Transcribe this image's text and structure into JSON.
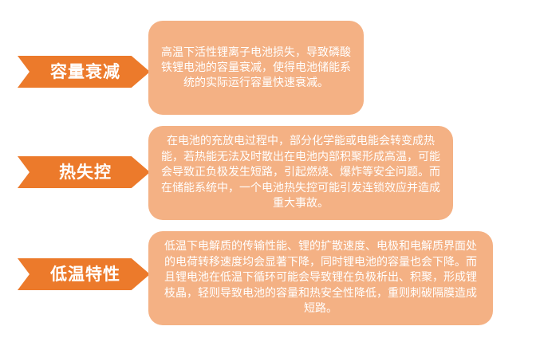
{
  "rows": [
    {
      "label": "容量衰减",
      "text": "高温下活性锂离子电池损失，导致磷酸铁锂电池的容量衰减，使得电池储能系统的实际运行容量快速衰减。"
    },
    {
      "label": "热失控",
      "text": "在电池的充放电过程中，部分化学能或电能会转变成热能，若热能无法及时散出在电池内部积聚形成高温，可能会导致正负极发生短路，引起燃烧、爆炸等安全问题。而在储能系统中，一个电池热失控可能引发连锁效应并造成重大事故。"
    },
    {
      "label": "低温特性",
      "text": "低温下电解质的传输性能、锂的扩散速度、电极和电解质界面处的电荷转移速度均会显著下降，同时锂电池的容量也会下降。而且锂电池在低温下循环可能会导致锂在负极析出、积聚，形成锂枝晶，轻则导致电池的容量和热安全性降低，重则刺破隔膜造成短路。"
    }
  ]
}
